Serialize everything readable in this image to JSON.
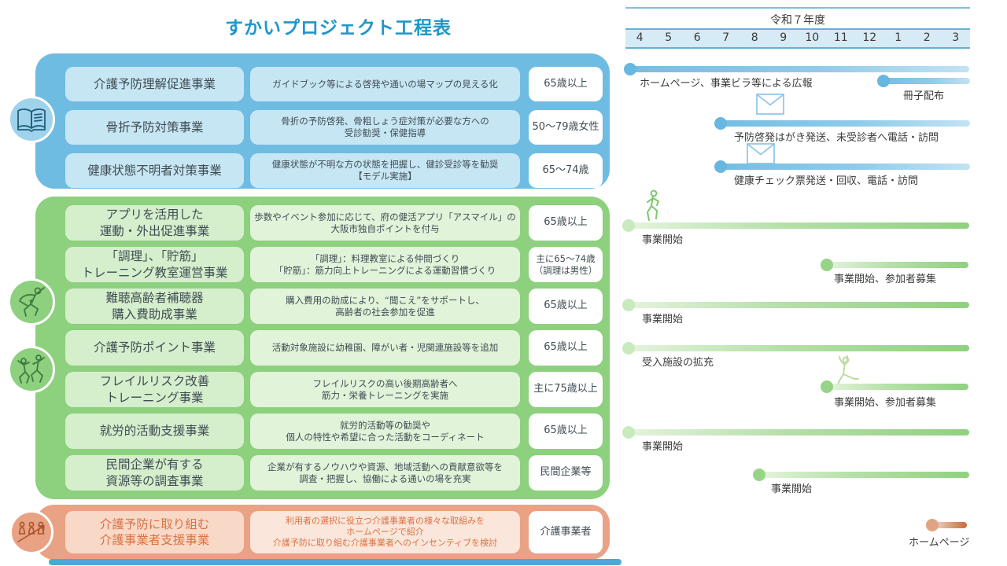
{
  "title": "すかいプロジェクト工程表",
  "colors": {
    "title": "#2196C8",
    "blue_group": "#6FBCE2",
    "blue_cell": "#C7E6F4",
    "green_group": "#8DD07E",
    "green_name_cell": "#D5EECC",
    "green_desc_cell": "#E1F3D9",
    "orange_group": "#E9A284",
    "orange_cell": "#F8D9C7",
    "orange_text": "#DB7245",
    "bar_blue": "#74BEE3",
    "bar_green": "#8FD17F",
    "bar_orange": "#C96B37",
    "month_band": "#D6EBF6"
  },
  "icons": [
    "open-book",
    "hero-runner",
    "dancing-people",
    "people-growth-arrow",
    "envelope",
    "walking-person",
    "stretching-person"
  ],
  "timeline": {
    "fiscal_year": "令和７年度",
    "months": [
      "4",
      "5",
      "6",
      "7",
      "8",
      "9",
      "10",
      "11",
      "12",
      "1",
      "2",
      "3"
    ],
    "bars": [
      {
        "label": "ホームページ、事業ビラ等による広報",
        "color": "blue",
        "start_month": "4"
      },
      {
        "label": "冊子配布",
        "color": "blue",
        "start_month": "1"
      },
      {
        "label": "予防啓発はがき発送、未受診者へ電話・訪問",
        "color": "blue",
        "start_month": "7",
        "icon": "envelope"
      },
      {
        "label": "健康チェック票発送・回収、電話・訪問",
        "color": "blue",
        "start_month": "7",
        "icon": "envelope"
      },
      {
        "label": "事業開始",
        "color": "green",
        "start_month": "4",
        "icon": "walking-person"
      },
      {
        "label": "事業開始、参加者募集",
        "color": "green",
        "start_month": "11"
      },
      {
        "label": "事業開始",
        "color": "green",
        "start_month": "4"
      },
      {
        "label": "受入施設の拡充",
        "color": "green",
        "start_month": "4"
      },
      {
        "label": "事業開始、参加者募集",
        "color": "green",
        "start_month": "11",
        "icon": "stretching-person"
      },
      {
        "label": "事業開始",
        "color": "green",
        "start_month": "4"
      },
      {
        "label": "事業開始",
        "color": "green",
        "start_month": "8"
      },
      {
        "label": "ホームページ",
        "color": "orange",
        "start_month": "2"
      }
    ]
  },
  "groups": [
    {
      "icon": "open-book-icon",
      "rows": [
        {
          "name": "介護予防理解促進事業",
          "desc": "ガイドブック等による啓発や通いの場マップの見える化",
          "target": "65歳以上"
        },
        {
          "name": "骨折予防対策事業",
          "desc": "骨折の予防啓発、骨粗しょう症対策が必要な方への\n受診勧奨・保健指導",
          "target": "50～79歳女性"
        },
        {
          "name": "健康状態不明者対策事業",
          "desc": "健康状態が不明な方の状態を把握し、健診受診等を勧奨\n【モデル実施】",
          "target": "65～74歳"
        }
      ]
    },
    {
      "icon": "hero-runner-icon / dancing-people-icon",
      "rows": [
        {
          "name": "アプリを活用した\n運動・外出促進事業",
          "desc": "歩数やイベント参加に応じて、府の健活アプリ「アスマイル」の\n大阪市独自ポイントを付与",
          "target": "65歳以上"
        },
        {
          "name": "「調理」、「貯筋」\nトレーニング教室運営事業",
          "desc": "「調理」：料理教室による仲間づくり\n「貯筋」：筋力向上トレーニングによる運動習慣づくり",
          "target": "主に65～74歳\n（調理は男性）"
        },
        {
          "name": "難聴高齢者補聴器\n購入費助成事業",
          "desc": "購入費用の助成により、“聞こえ”をサポートし、\n高齢者の社会参加を促進",
          "target": "65歳以上"
        },
        {
          "name": "介護予防ポイント事業",
          "desc": "活動対象施設に幼稚園、障がい者・児関連施設等を追加",
          "target": "65歳以上"
        },
        {
          "name": "フレイルリスク改善\nトレーニング事業",
          "desc": "フレイルリスクの高い後期高齢者へ\n筋力・栄養トレーニングを実施",
          "target": "主に75歳以上"
        },
        {
          "name": "就労的活動支援事業",
          "desc": "就労的活動等の勧奨や\n個人の特性や希望に合った活動をコーディネート",
          "target": "65歳以上"
        },
        {
          "name": "民間企業が有する\n資源等の調査事業",
          "desc": "企業が有するノウハウや資源、地域活動への貢献意欲等を\n調査・把握し、協働による通いの場を充実",
          "target": "民間企業等"
        }
      ]
    },
    {
      "icon": "people-growth-arrow-icon",
      "rows": [
        {
          "name": "介護予防に取り組む\n介護事業者支援事業",
          "desc": "利用者の選択に役立つ介護事業者の様々な取組みを\nホームページで紹介\n介護予防に取り組む介護事業者へのインセンティブを検討",
          "target": "介護事業者"
        }
      ]
    }
  ]
}
